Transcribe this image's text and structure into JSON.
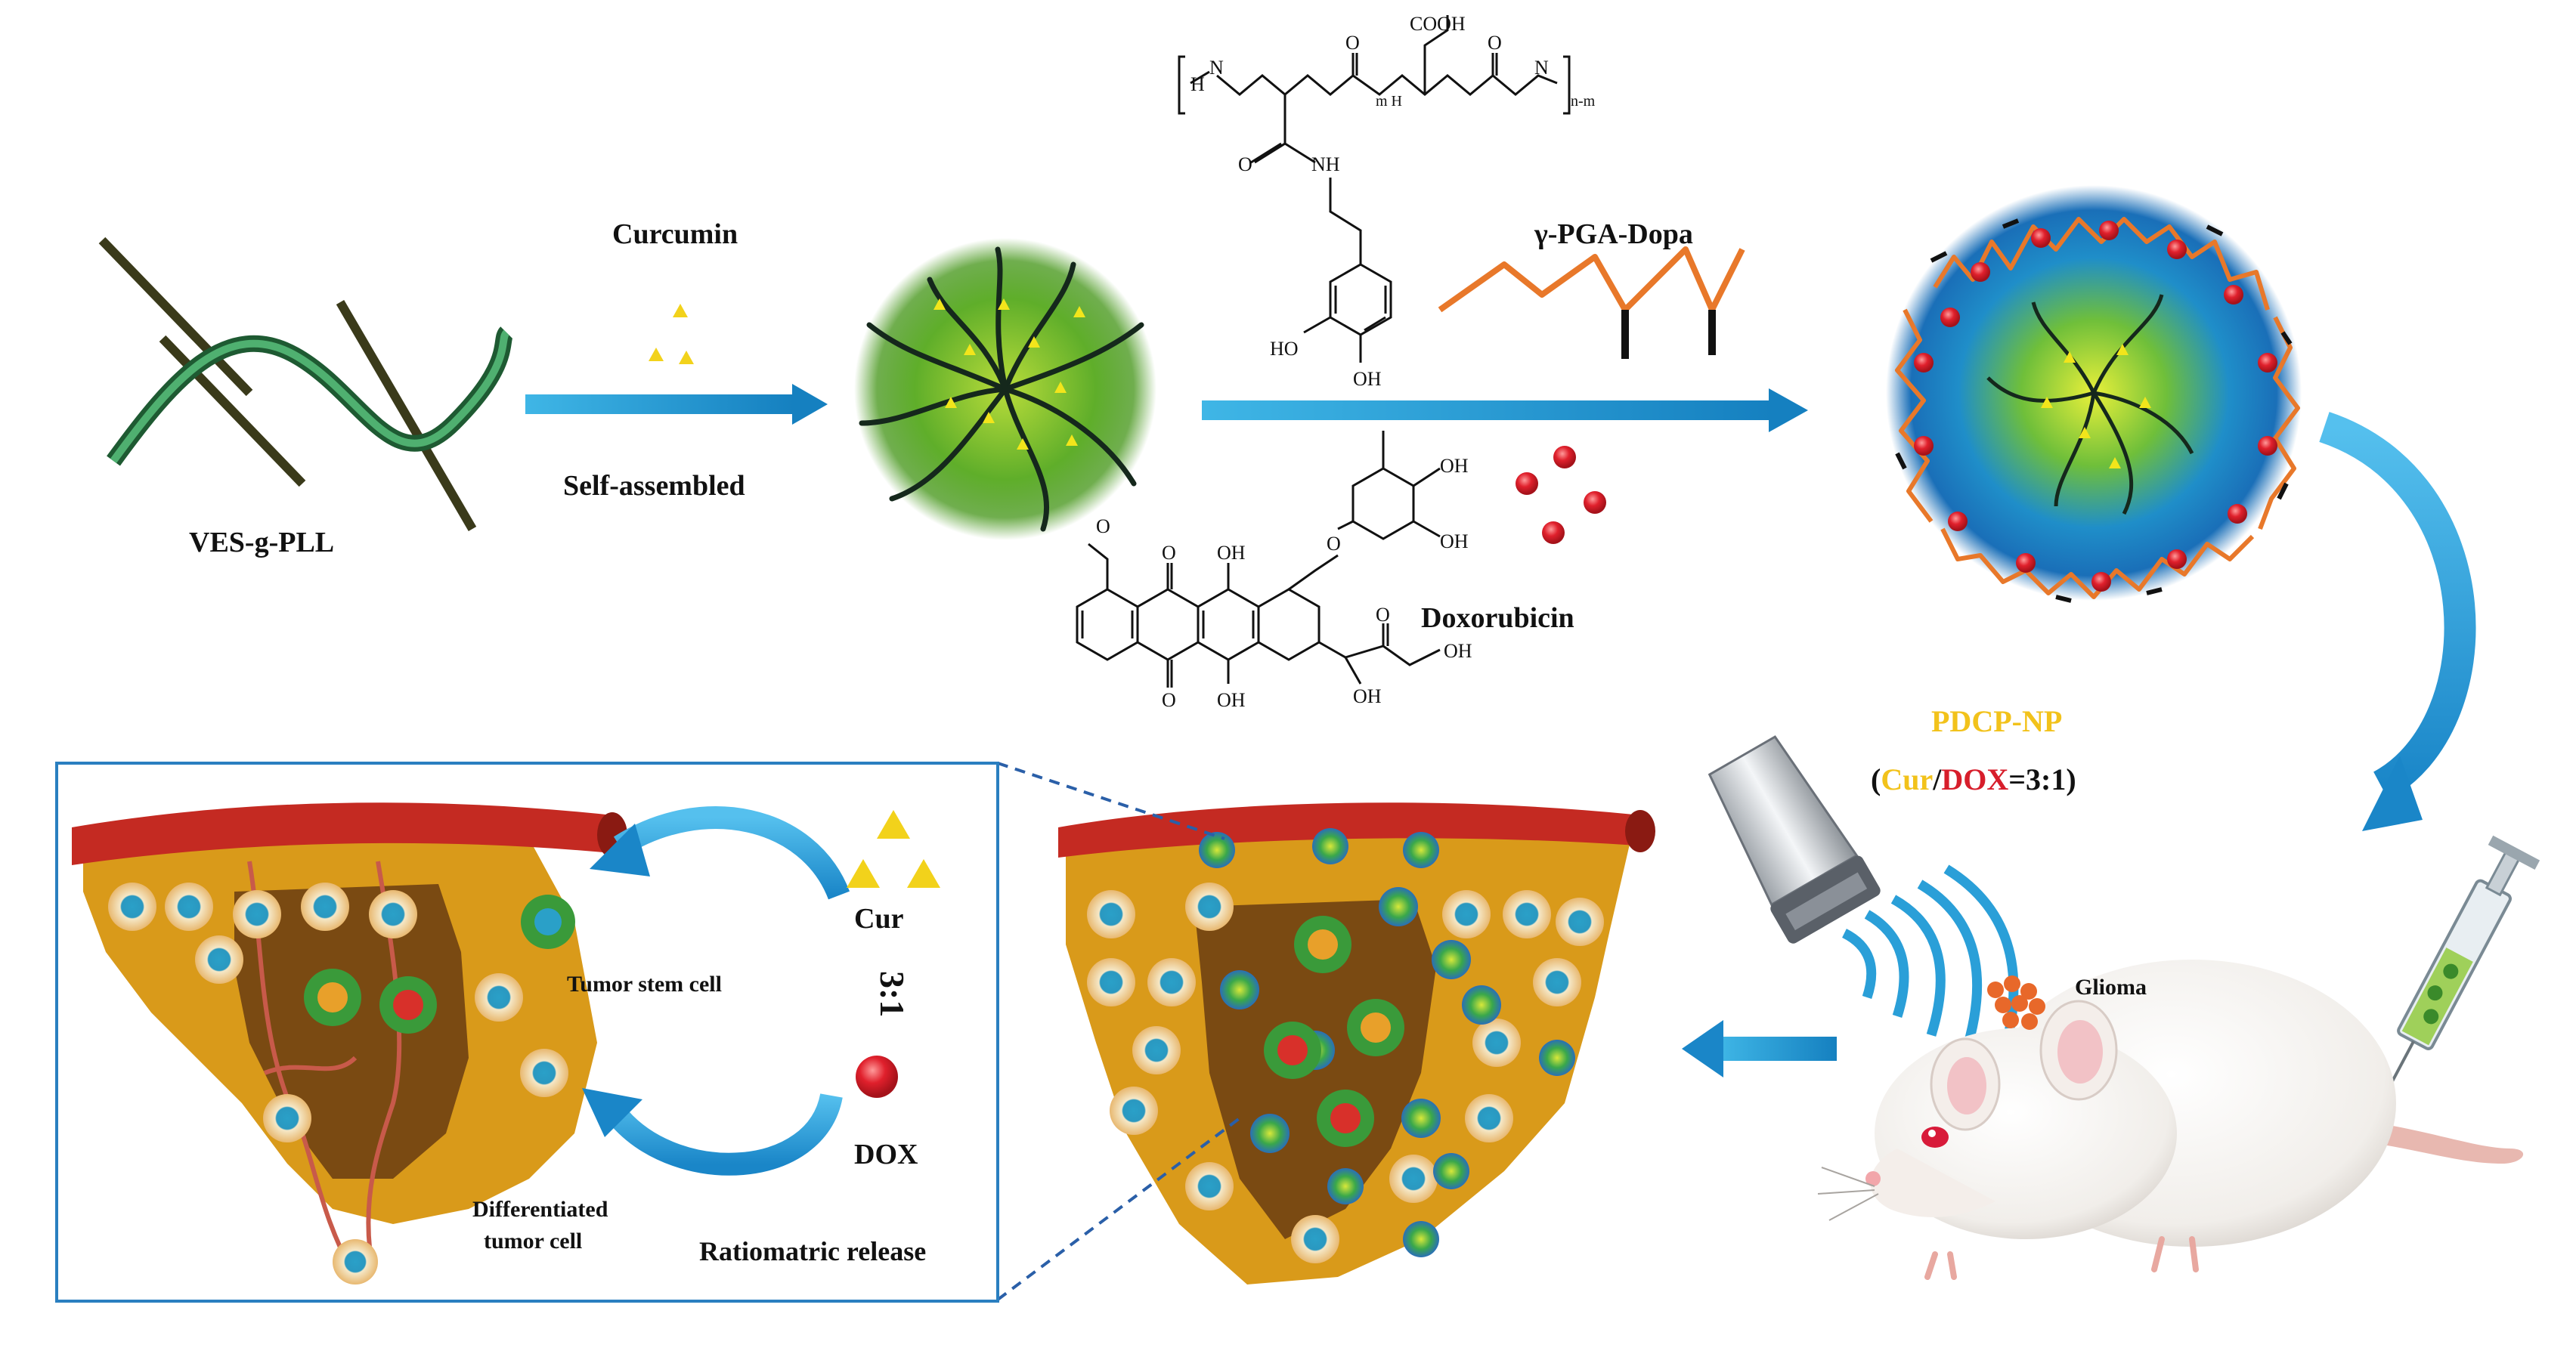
{
  "labels": {
    "ves_g_pll": "VES-g-PLL",
    "curcumin": "Curcumin",
    "self_assembled": "Self-assembled",
    "pga_dopa": "γ-PGA-Dopa",
    "doxorubicin": "Doxorubicin",
    "pdcp_np": "PDCP-NP",
    "ratio_open": "(",
    "ratio_cur": "Cur",
    "ratio_slash": "/",
    "ratio_dox": "DOX",
    "ratio_tail": "=3:1)",
    "glioma": "Glioma",
    "tumor_stem_cell": "Tumor stem cell",
    "differentiated_line1": "Differentiated",
    "differentiated_line2": "tumor cell",
    "cur": "Cur",
    "ratio": "3:1",
    "dox": "DOX",
    "ratiomatric_release": "Ratiomatric release"
  },
  "chem_labels": {
    "oh": "OH",
    "o": "O",
    "nh": "NH",
    "h": "H",
    "n": "N",
    "cooh": "COOH",
    "ho": "HO",
    "subscript_nm": "n-m",
    "subscript_mh": "m H"
  },
  "colors": {
    "curcumin_yellow": "#f2d21b",
    "dox_red": "#d71e2b",
    "pga_orange": "#e8782a",
    "arrow_blue": "#1a8ac9",
    "micelle_green": "#5aa02c",
    "tissue_ochre": "#d99a1a",
    "tissue_brown": "#7a4a12",
    "vessel_red": "#c42a22",
    "pdcp_label_yellow": "#f2c21b"
  },
  "icons": [
    "curcumin-triangle-icon",
    "doxorubicin-sphere-icon",
    "syringe-icon",
    "ultrasound-probe-icon",
    "mouse-illustration",
    "blood-vessel-icon"
  ]
}
